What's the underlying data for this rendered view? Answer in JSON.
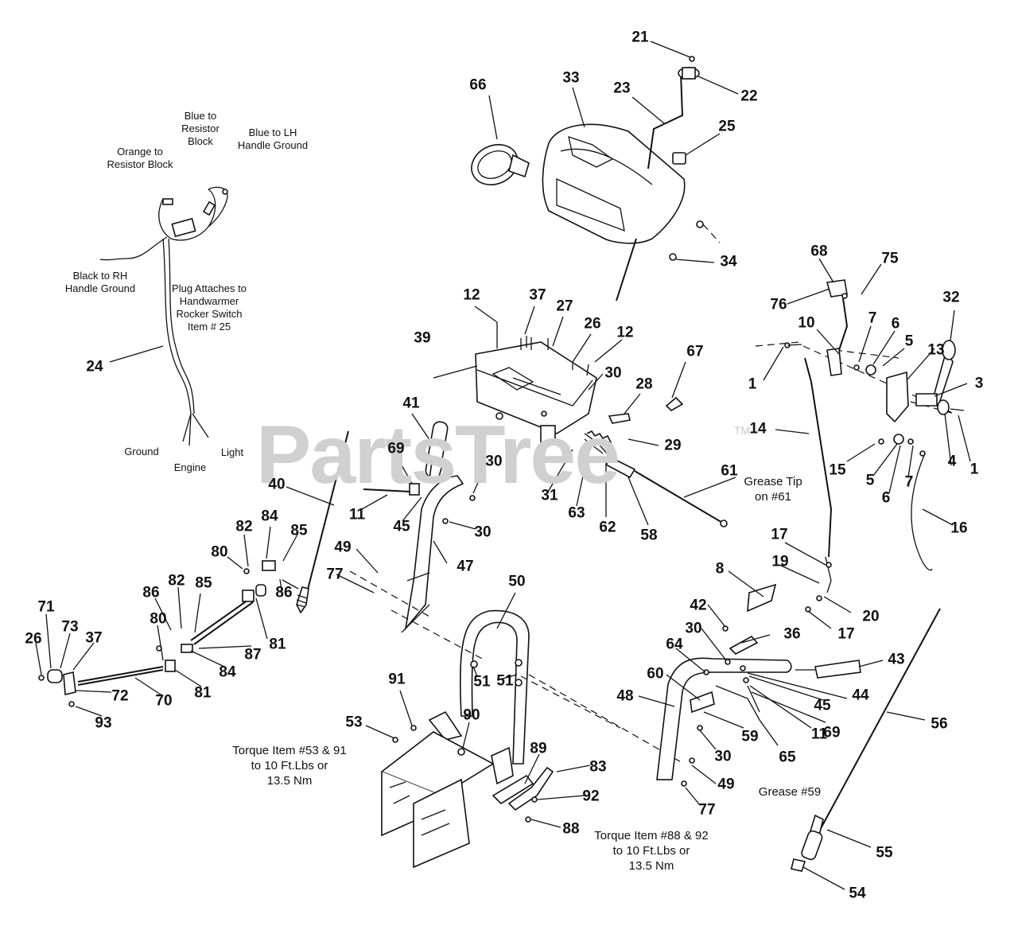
{
  "watermark": {
    "text": "PartsTree",
    "trademark": "TM"
  },
  "notes": {
    "orange_resistor": "Orange to\nResistor Block",
    "blue_resistor": "Blue to\nResistor\nBlock",
    "blue_lh": "Blue to LH\nHandle Ground",
    "black_rh": "Black to RH\nHandle Ground",
    "plug": "Plug Attaches to\nHandwarmer\nRocker Switch\nItem # 25",
    "ground": "Ground",
    "engine": "Engine",
    "light": "Light",
    "grease_tip": "Grease Tip\non #61",
    "torque_53_91": "Torque Item #53 & 91\nto 10 Ft.Lbs or\n13.5 Nm",
    "torque_88_92": "Torque Item #88 & 92\nto 10 Ft.Lbs or\n13.5 Nm",
    "grease_59": "Grease #59"
  },
  "callouts": [
    "21",
    "22",
    "66",
    "33",
    "23",
    "25",
    "34",
    "68",
    "75",
    "76",
    "10",
    "7",
    "6",
    "5",
    "13",
    "32",
    "3",
    "1",
    "1",
    "4",
    "16",
    "14",
    "15",
    "5",
    "6",
    "7",
    "12",
    "37",
    "27",
    "26",
    "12",
    "39",
    "30",
    "28",
    "29",
    "67",
    "41",
    "69",
    "30",
    "11",
    "45",
    "30",
    "31",
    "63",
    "62",
    "58",
    "61",
    "40",
    "47",
    "49",
    "77",
    "50",
    "24",
    "82",
    "84",
    "85",
    "80",
    "86",
    "82",
    "85",
    "86",
    "81",
    "87",
    "84",
    "71",
    "73",
    "37",
    "26",
    "72",
    "70",
    "80",
    "81",
    "93",
    "51",
    "51",
    "91",
    "53",
    "90",
    "89",
    "83",
    "92",
    "88",
    "17",
    "19",
    "20",
    "17",
    "8",
    "42",
    "36",
    "30",
    "64",
    "60",
    "48",
    "45",
    "44",
    "43",
    "59",
    "11",
    "69",
    "65",
    "30",
    "49",
    "77",
    "56",
    "55",
    "54"
  ]
}
